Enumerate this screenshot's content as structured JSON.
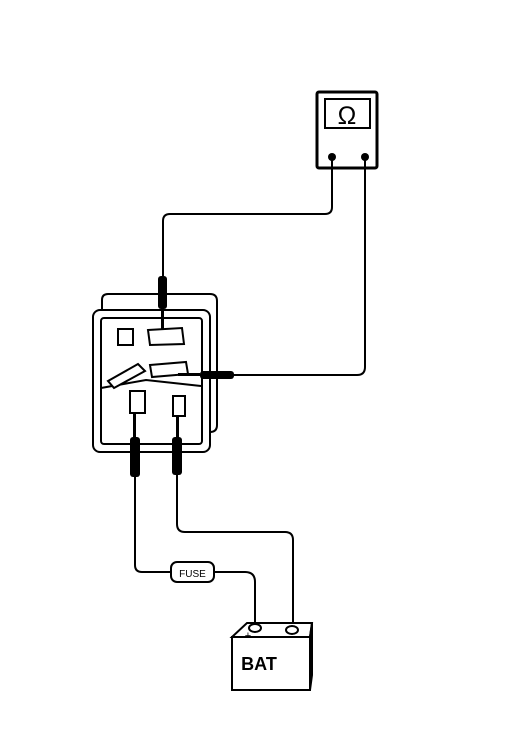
{
  "meter": {
    "symbol": "Ω"
  },
  "fuse": {
    "label": "FUSE"
  },
  "battery": {
    "label": "BAT",
    "positive": "+",
    "negative": "−"
  },
  "colors": {
    "line": "#000000",
    "background": "#ffffff"
  }
}
